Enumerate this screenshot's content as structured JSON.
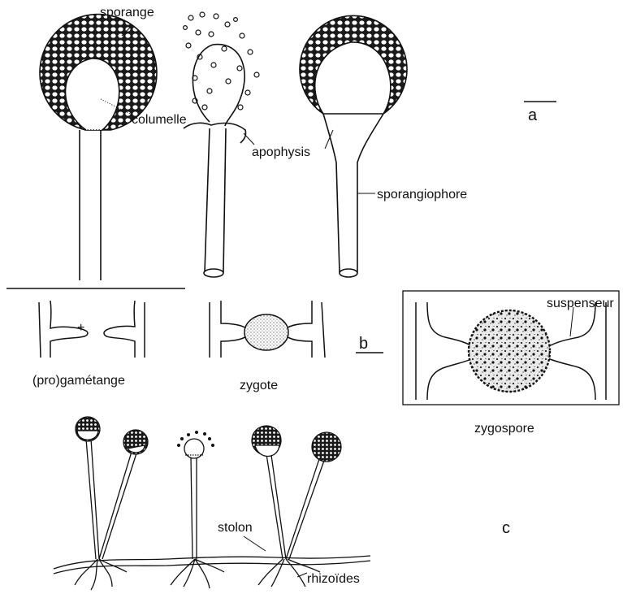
{
  "labels": {
    "sporange": "sporange",
    "columelle": "columelle",
    "apophysis": "apophysis",
    "sporangiophore": "sporangiophore",
    "suspenseur": "suspenseur",
    "gametange": "(pro)gamétange",
    "plus": "+",
    "minus": "-",
    "zygote": "zygote",
    "zygospore": "zygospore",
    "stolon": "stolon",
    "rhizoides": "rhizoïdes"
  },
  "panel_letters": {
    "a": "a",
    "b": "b",
    "c": "c"
  },
  "colors": {
    "ink": "#111111",
    "paper": "#ffffff"
  }
}
